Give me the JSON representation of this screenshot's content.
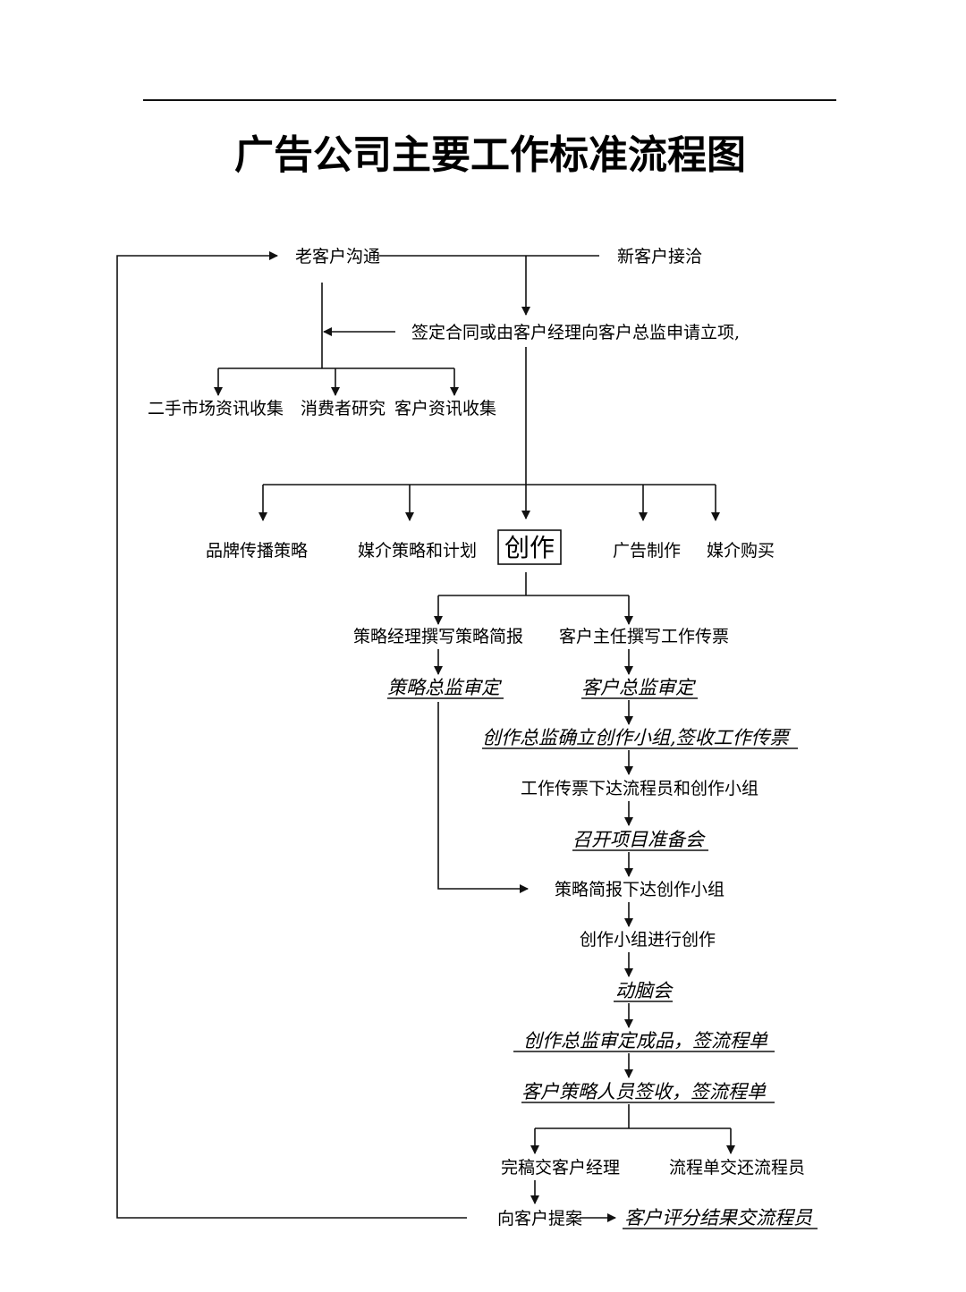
{
  "title": "广告公司主要工作标准流程图",
  "nodes": {
    "old_client": "老客户沟通",
    "new_client": "新客户接洽",
    "sign_contract": "签定合同或由客户经理向客户总监申请立项,",
    "secondhand_info": "二手市场资讯收集",
    "consumer_research": "消费者研究",
    "client_info": "客户资讯收集",
    "brand_strategy": "品牌传播策略",
    "media_strategy": "媒介策略和计划",
    "creative": "创作",
    "ad_production": "广告制作",
    "media_buying": "媒介购买",
    "strategy_manager_brief": "策略经理撰写策略简报",
    "account_supervisor_ticket": "客户主任撰写工作传票",
    "strategy_director_review": "策略总监审定",
    "account_director_review": "客户总监审定",
    "creative_director_team": "创作总监确立创作小组,签收工作传票",
    "ticket_to_traffic": "工作传票下达流程员和创作小组",
    "kickoff_meeting": "召开项目准备会",
    "brief_to_team": "策略简报下达创作小组",
    "team_creates": "创作小组进行创作",
    "brainstorm": "动脑会",
    "creative_director_final": "创作总监审定成品，签流程单",
    "account_strategy_signoff": "客户策略人员签收，签流程单",
    "to_account_manager": "完稿交客户经理",
    "form_to_traffic": "流程单交还流程员",
    "propose_to_client": "向客户提案",
    "client_score": "客户评分结果交流程员"
  }
}
